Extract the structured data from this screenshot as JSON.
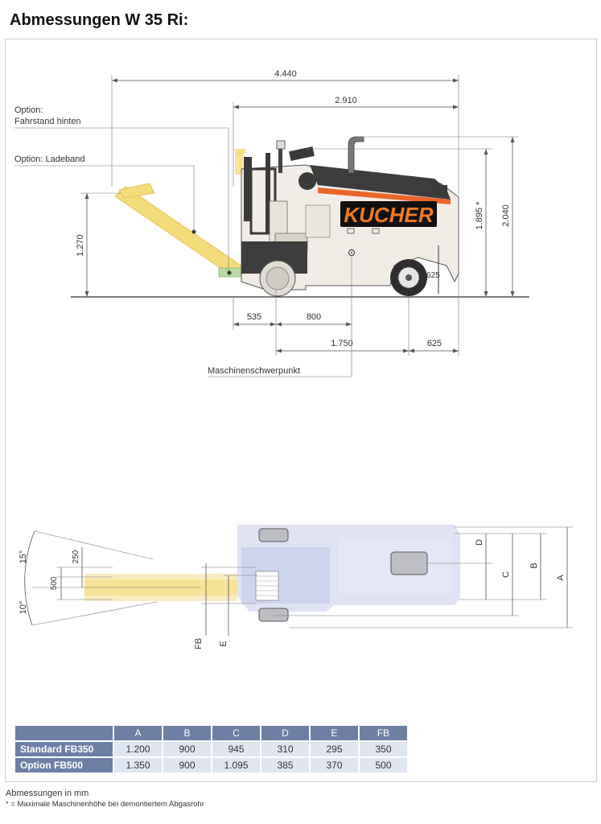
{
  "title": "Abmessungen W 35 Ri:",
  "side_view": {
    "brand": "KUCHER",
    "label_option_fahrstand_line1": "Option:",
    "label_option_fahrstand_line2": "Fahrstand hinten",
    "label_option_ladeband": "Option: Ladeband",
    "label_schwerpunkt": "Maschinenschwerpunkt",
    "dim_total_length": "4.440",
    "dim_machine_length": "2.910",
    "dim_height": "2.040",
    "dim_height_no_exhaust": "1.895 *",
    "dim_conveyor_height": "1.270",
    "dim_535": "535",
    "dim_800": "800",
    "dim_1750": "1.750",
    "dim_625": "625",
    "dim_wheel_625": "625"
  },
  "top_view": {
    "angle_15": "15°",
    "angle_10": "10°",
    "dim_250": "250",
    "dim_500": "500",
    "label_A": "A",
    "label_B": "B",
    "label_C": "C",
    "label_D": "D",
    "label_E": "E",
    "label_FB": "FB"
  },
  "table": {
    "headers": [
      "A",
      "B",
      "C",
      "D",
      "E",
      "FB"
    ],
    "rows": [
      {
        "name": "Standard FB350",
        "values": [
          "1.200",
          "900",
          "945",
          "310",
          "295",
          "350"
        ]
      },
      {
        "name": "Option FB500",
        "values": [
          "1.350",
          "900",
          "1.095",
          "385",
          "370",
          "500"
        ]
      }
    ]
  },
  "footer": {
    "unit_note": "Abmessungen in mm",
    "footnote": "* = Maximale Maschinenhöhe bei demontiertem Abgasrohr"
  },
  "colors": {
    "machine_body": "#f2ece6",
    "machine_dark": "#333333",
    "accent_orange": "#e8662a",
    "brand_bg": "#111111",
    "brand_text": "#f07a20",
    "conveyor_yellow": "#f5dc7a",
    "ghost_blue": "#d9def2",
    "table_header": "#6d7fa5",
    "table_cell": "#dfe6f1"
  }
}
